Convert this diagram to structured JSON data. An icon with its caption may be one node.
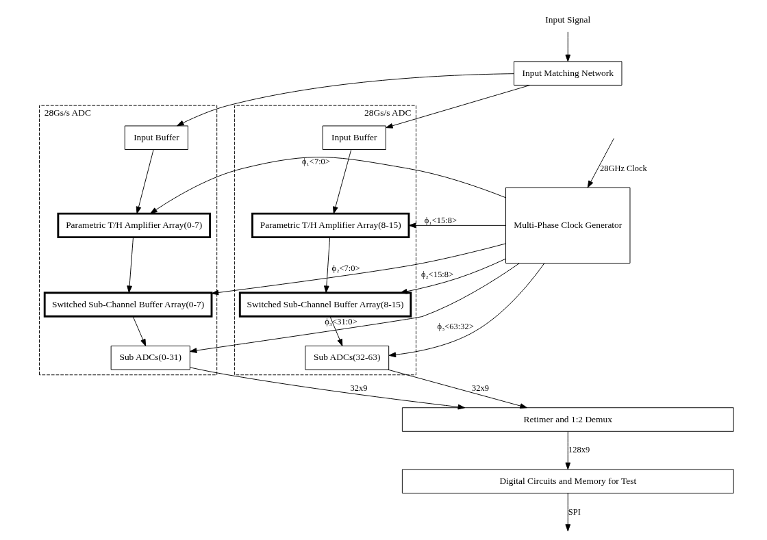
{
  "diagram": {
    "nodes": [
      {
        "text": [
          "Input Signal"
        ]
      },
      {
        "text": [
          "Input Matching Network"
        ]
      },
      {
        "text": [
          "28Gs/s ADC"
        ]
      },
      {
        "text": [
          "Input Buffer"
        ],
        "in": 2
      },
      {
        "text": [
          "Parametric T/H Amplifier Array(0-7)"
        ],
        "in": 2
      },
      {
        "text": [
          "Switched Sub-Channel Buffer Array(0-7)"
        ],
        "in": 2
      },
      {
        "text": [
          "Sub ADCs(0-31)"
        ],
        "in": 2
      },
      {
        "text": [
          "28Gs/s ADC"
        ]
      },
      {
        "text": [
          "Input Buffer"
        ],
        "in": 7
      },
      {
        "text": [
          "Parametric T/H Amplifier Array(8-15)"
        ],
        "in": 7
      },
      {
        "text": [
          "Switched Sub-Channel Buffer Array(8-15)"
        ],
        "in": 7
      },
      {
        "text": [
          "Sub ADCs(32-63)"
        ],
        "in": 7
      },
      {
        "text": [
          "Multi-Phase Clock Generator"
        ]
      },
      {
        "text": [
          "Retimer and 1:2 Demux"
        ]
      },
      {
        "text": [
          "Digital Circuits and Memory for Test"
        ]
      }
    ],
    "edges": [
      {
        "from": 0,
        "to": 1,
        "arrow": "to"
      },
      {
        "from": 1,
        "to": 3,
        "arrow": "to"
      },
      {
        "from": 1,
        "to": 8,
        "arrow": "to"
      },
      {
        "from": 3,
        "to": 4,
        "arrow": "to"
      },
      {
        "from": 4,
        "to": 5,
        "arrow": "to"
      },
      {
        "from": 5,
        "to": 6,
        "arrow": "to"
      },
      {
        "from": 8,
        "to": 9,
        "arrow": "to"
      },
      {
        "from": 9,
        "to": 10,
        "arrow": "to"
      },
      {
        "from": 10,
        "to": 11,
        "arrow": "to"
      },
      {
        "from": null,
        "to": 12,
        "arrow": "to",
        "label": "28GHz Clock"
      },
      {
        "from": 12,
        "to": 4,
        "arrow": "to",
        "label": "ϕ₁<7:0>"
      },
      {
        "from": 12,
        "to": 9,
        "arrow": "to",
        "label": "ϕ₁<15:8>"
      },
      {
        "from": 12,
        "to": 5,
        "arrow": "to",
        "label": "ϕ₂<7:0>"
      },
      {
        "from": 12,
        "to": 10,
        "arrow": "to",
        "label": "ϕ₂<15:8>"
      },
      {
        "from": 12,
        "to": 6,
        "arrow": "to",
        "label": "ϕ₃<31:0>"
      },
      {
        "from": 12,
        "to": 11,
        "arrow": "to",
        "label": "ϕ₃<63:32>"
      },
      {
        "from": 6,
        "to": 13,
        "arrow": "to",
        "label": "32x9"
      },
      {
        "from": 11,
        "to": 13,
        "arrow": "to",
        "label": "32x9"
      },
      {
        "from": 13,
        "to": 14,
        "arrow": "to",
        "label": "128x9"
      },
      {
        "from": 14,
        "to": null,
        "arrow": "to",
        "label": "SPI"
      }
    ]
  }
}
